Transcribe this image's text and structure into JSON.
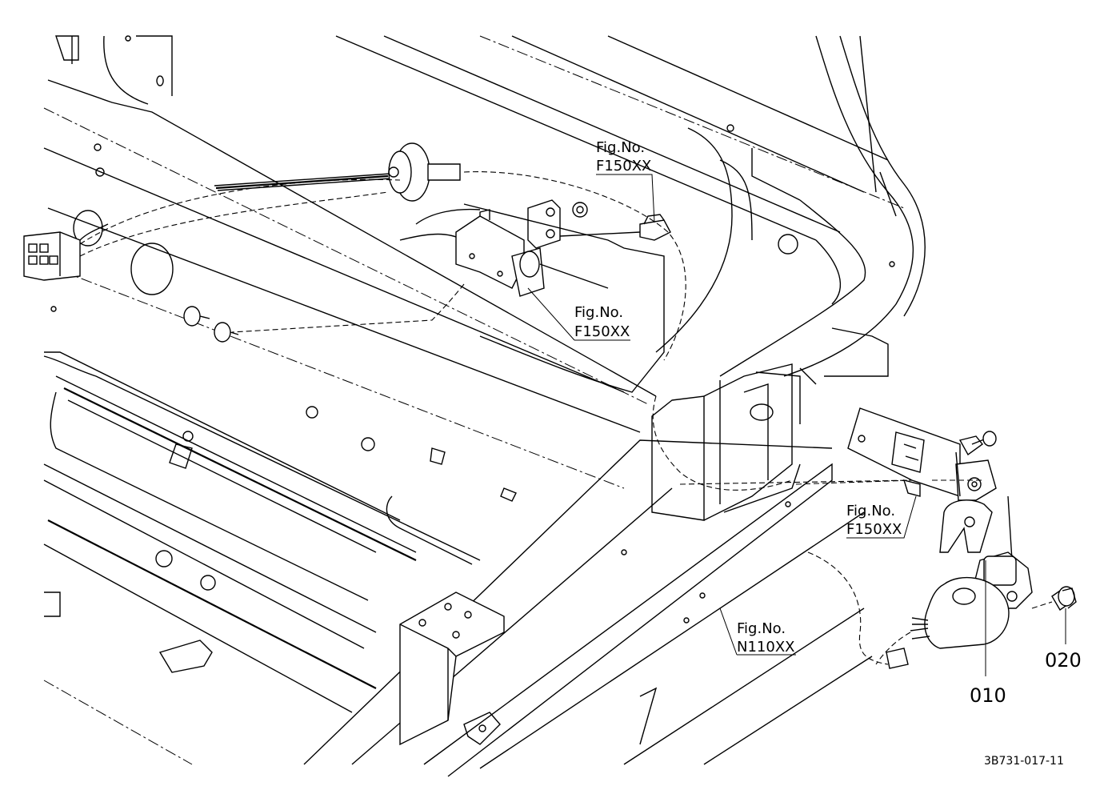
{
  "figure_refs": [
    {
      "line1": "Fig.No.",
      "line2": "F150XX"
    },
    {
      "line1": "Fig.No.",
      "line2": "F150XX"
    },
    {
      "line1": "Fig.No.",
      "line2": "F150XX"
    },
    {
      "line1": "Fig.No.",
      "line2": "N110XX"
    }
  ],
  "parts": [
    {
      "number": "010"
    },
    {
      "number": "020"
    }
  ],
  "drawing_code": "3B731-017-11"
}
